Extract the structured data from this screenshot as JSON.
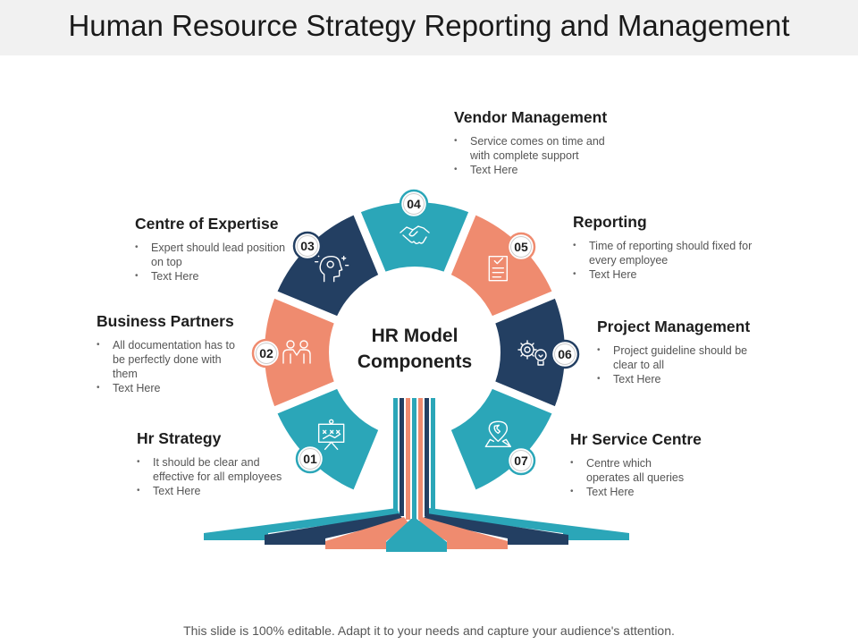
{
  "title": "Human Resource Strategy Reporting and Management",
  "center_label": [
    "HR Model",
    "Components"
  ],
  "colors": {
    "teal": "#2ba6b8",
    "navy": "#233f62",
    "salmon": "#ef8b6f",
    "salmon_dark": "#e8704f"
  },
  "segments": [
    {
      "number": "01",
      "heading": "Hr Strategy",
      "bullets": [
        "It should be clear and effective for all employees",
        "Text Here"
      ],
      "icon": "presentation-board-icon",
      "color": "#2ba6b8"
    },
    {
      "number": "02",
      "heading": "Business Partners",
      "bullets": [
        "All documentation has to be perfectly done with them",
        "Text Here"
      ],
      "icon": "partners-icon",
      "color": "#ef8b6f"
    },
    {
      "number": "03",
      "heading": "Centre of Expertise",
      "bullets": [
        "Expert should lead position on top",
        "Text Here"
      ],
      "icon": "expert-head-icon",
      "color": "#233f62"
    },
    {
      "number": "04",
      "heading": "Vendor Management",
      "bullets": [
        "Service comes on time and with complete support",
        "Text Here"
      ],
      "icon": "handshake-icon",
      "color": "#2ba6b8"
    },
    {
      "number": "05",
      "heading": "Reporting",
      "bullets": [
        "Time of reporting should fixed for every employee",
        "Text Here"
      ],
      "icon": "report-document-icon",
      "color": "#ef8b6f"
    },
    {
      "number": "06",
      "heading": "Project Management",
      "bullets": [
        "Project guideline should be clear to all",
        "Text Here"
      ],
      "icon": "gears-bulb-icon",
      "color": "#233f62"
    },
    {
      "number": "07",
      "heading": "Hr Service Centre",
      "bullets": [
        "Centre which operates all queries",
        "Text Here"
      ],
      "icon": "location-phone-icon",
      "color": "#2ba6b8"
    }
  ],
  "footer": "This slide is 100% editable. Adapt it to your needs and capture your audience's attention."
}
